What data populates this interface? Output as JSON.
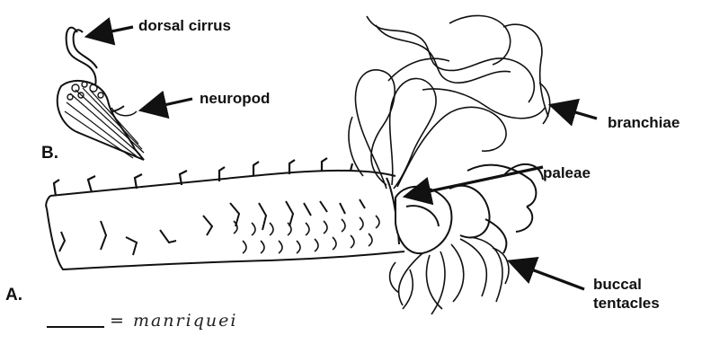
{
  "labels": {
    "dorsal_cirrus": "dorsal cirrus",
    "neuropod": "neuropod",
    "branchiae": "branchiae",
    "paleae": "paleae",
    "buccal": "buccal",
    "tentacles": "tentacles",
    "panel_a": "A.",
    "panel_b": "B."
  },
  "handwriting": "= manriquei",
  "colors": {
    "ink": "#111111",
    "background": "#ffffff"
  }
}
